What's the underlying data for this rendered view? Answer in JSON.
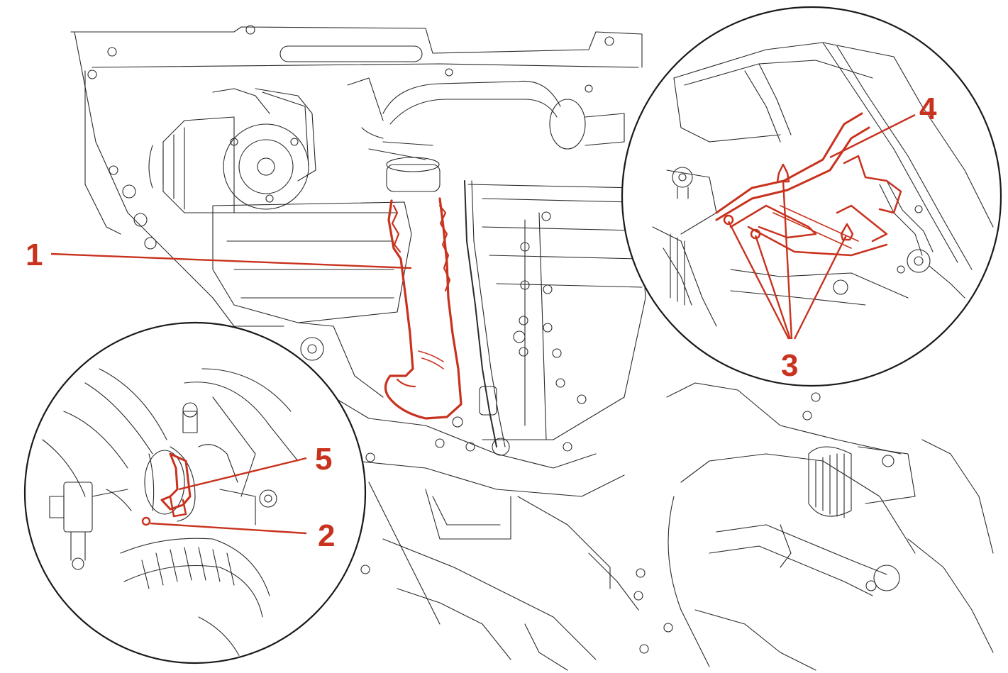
{
  "colors": {
    "highlight": "#c8321e",
    "linework": "#2a2a2a",
    "background": "#ffffff"
  },
  "callouts": [
    {
      "id": "1",
      "label": "1"
    },
    {
      "id": "2",
      "label": "2"
    },
    {
      "id": "3",
      "label": "3"
    },
    {
      "id": "4",
      "label": "4"
    },
    {
      "id": "5",
      "label": "5"
    }
  ]
}
